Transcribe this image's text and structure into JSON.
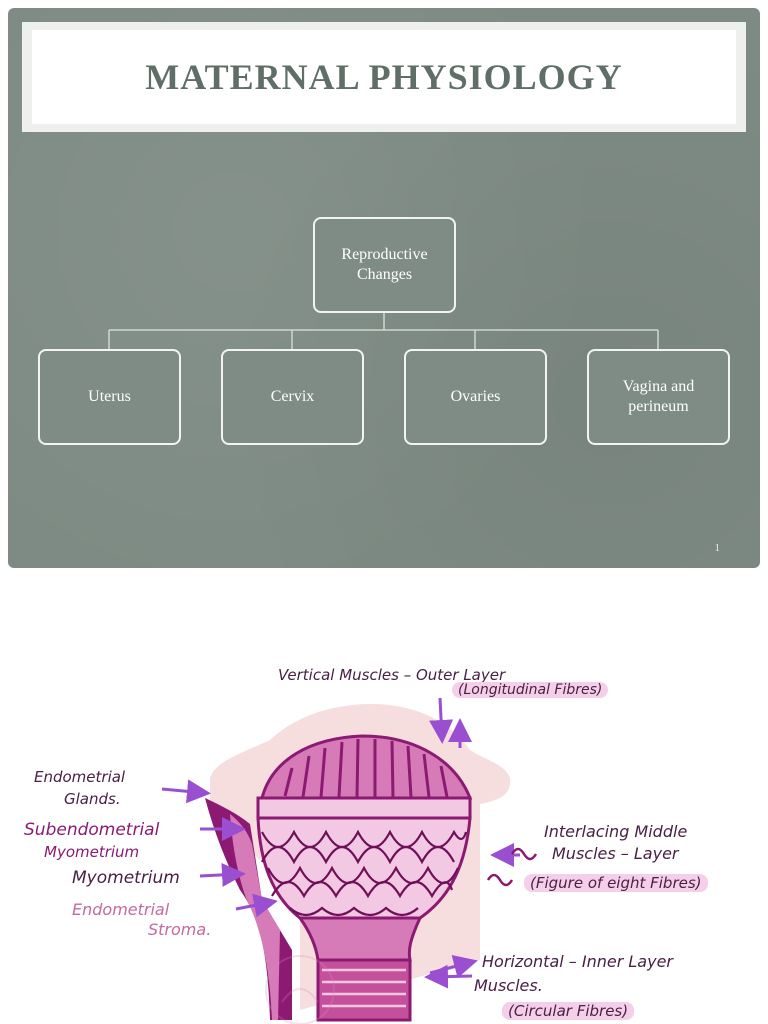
{
  "slide": {
    "title": "MATERNAL PHYSIOLOGY",
    "root_node": "Reproductive Changes",
    "child_nodes": [
      "Uterus",
      "Cervix",
      "Ovaries",
      "Vagina and perineum"
    ],
    "slide_number": "1"
  },
  "diagram": {
    "labels": {
      "vertical_muscles": "Vertical Muscles – Outer Layer",
      "longitudinal": "(Longitudinal Fibres)",
      "endometrial_glands_1": "Endometrial",
      "endometrial_glands_2": "Glands.",
      "subendometrial_1": "Subendometrial",
      "subendometrial_2": "Myometrium",
      "myometrium": "Myometrium",
      "stroma_1": "Endometrial",
      "stroma_2": "Stroma.",
      "interlacing_1": "Interlacing  Middle",
      "interlacing_2": "Muscles  –  Layer",
      "figure_eight": "(Figure of eight Fibres)",
      "horizontal_1": "Horizontal – Inner Layer",
      "horizontal_2": "Muscles.",
      "circular": "(Circular Fibres)"
    },
    "colors": {
      "muscle_dark": "#8c1a72",
      "muscle_light": "#d67bb8",
      "arrow": "#9a4fd1",
      "outer_band": "#f6dede"
    }
  }
}
